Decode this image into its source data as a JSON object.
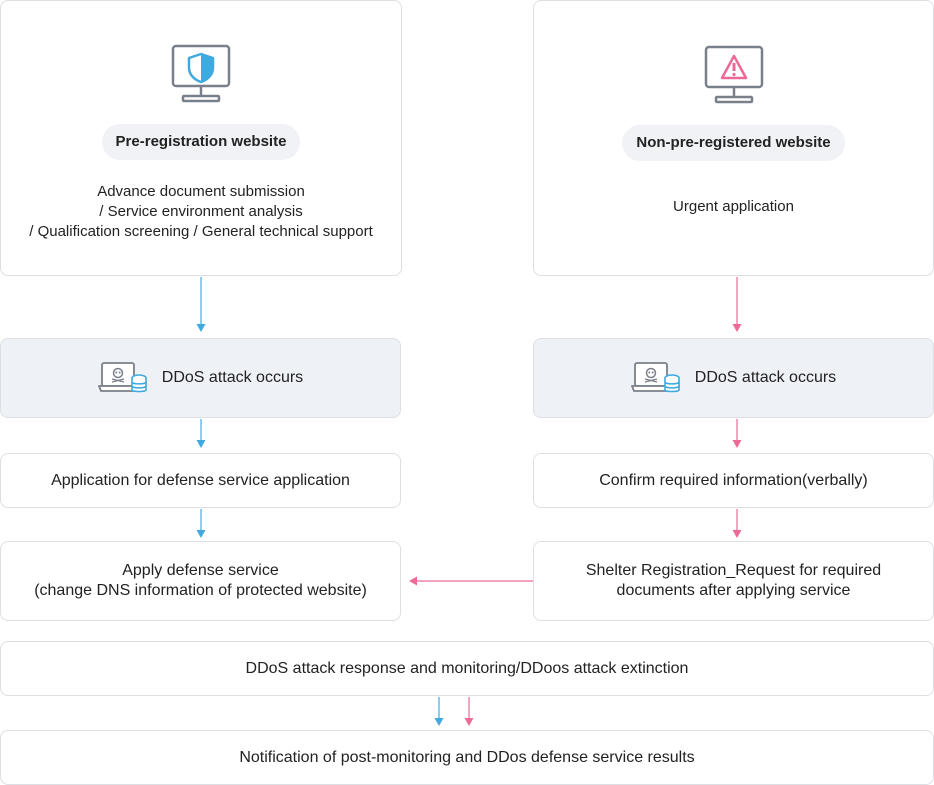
{
  "left": {
    "top_card": {
      "pill": "Pre-registration website",
      "desc_lines": [
        "Advance document submission",
        "/ Service environment analysis",
        "/ Qualification screening / General technical support"
      ]
    },
    "attack": "DDoS attack occurs",
    "step1": "Application for defense service application",
    "step2_lines": [
      "Apply defense service",
      "(change DNS information of protected website)"
    ]
  },
  "right": {
    "top_card": {
      "pill": "Non-pre-registered website",
      "desc": "Urgent application"
    },
    "attack": "DDoS attack occurs",
    "step1": "Confirm required information(verbally)",
    "step2_lines": [
      "Shelter Registration_Request for required",
      "documents after applying service"
    ]
  },
  "common": {
    "response": "DDoS attack response and monitoring/DDoos attack extinction",
    "notification": "Notification of post-monitoring and DDos defense service results"
  },
  "colors": {
    "blue": "#3fa9e0",
    "pink": "#ec6a94",
    "border": "#dcdfe4",
    "icon_gray": "#7a8089"
  },
  "icons": {
    "left_top": "shield-monitor-icon",
    "right_top": "warning-monitor-icon",
    "attack": "laptop-skull-database-icon"
  }
}
